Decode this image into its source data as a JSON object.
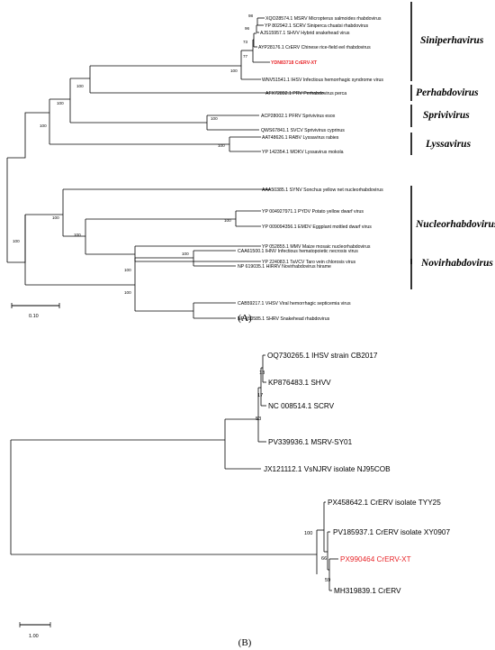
{
  "panel_a": {
    "label": "(A)",
    "scale_label": "0.10",
    "leaves": [
      "XQO28574.1 MSRV  Micropterus salmoides rhabdovirus",
      "YP 802942.1 SCRV  Siniperca chuatsi rhabdovirus",
      "AJS15957.1 SHVV  Hybrid snakehead virus",
      "AYP28176.1 CrERV  Chinese rice-field eel rhabdovirus",
      "YDN83718 CrERV-XT",
      "WNV51541.1 IHSV  Infectious hemorrhagic syndrome virus",
      "AFX72892.1 PRV  Perhabdovirus perca",
      "ACP28002.1 PFRV  Sprivivirus esox",
      "QWS67841.1 SVCV  Sprivivirus cyprinus",
      "AAT48626.1 RABV  Lyssavirus rabies",
      "YP 142354.1 MOKV  Lyssavirus mokola",
      "AAA50385.1 SYNV  Sonchus yellow net nucleorhabdovirus",
      "YP 004927971.1 PYDV  Potato yellow dwarf virus",
      "YP 009094356.1 EMDV  Eggplant mottled dwarf virus",
      "YP 052855.1 MMV  Maize mosaic nucleorhabdovirus",
      "YP 224083.1 TaVCV  Taro vein chlorosis virus",
      "CAA61500.1 IHNV  Infectious hematopoietic necrosis virus",
      "NP 619035.1 HIRRV  Novirhabdovirus hirame",
      "CAB59217.1 VHSV  Viral hemorrhagic septicemia virus",
      "NP 050585.1 SHRV  Snakehead rhabdovirus"
    ],
    "support": [
      "98",
      "96",
      "73",
      "77",
      "100",
      "100",
      "100",
      "100",
      "100",
      "100",
      "100",
      "100",
      "100",
      "100",
      "100",
      "100",
      "100"
    ],
    "genera": [
      "Siniperhavirus",
      "Perhabdovirus",
      "Sprivivirus",
      "Lyssavirus",
      "Nucleorhabdovirus",
      "Novirhabdovirus"
    ]
  },
  "panel_b": {
    "label": "(B)",
    "scale_label": "1.00",
    "leaves": [
      "OQ730265.1 IHSV strain CB2017",
      "KP876483.1 SHVV",
      "NC 008514.1 SCRV",
      "PV339936.1  MSRV-SY01",
      "JX121112.1 VsNJRV isolate NJ95COB",
      "PX458642.1 CrERV isolate TYY25",
      "PV185937.1 CrERV isolate XY0907",
      "PX990464 CrERV-XT",
      "MH319839.1 CrERV"
    ],
    "support": [
      "13",
      "17",
      "53",
      "100",
      "66",
      "59"
    ]
  },
  "colors": {
    "highlight": "#e8262a",
    "line": "#000000"
  }
}
